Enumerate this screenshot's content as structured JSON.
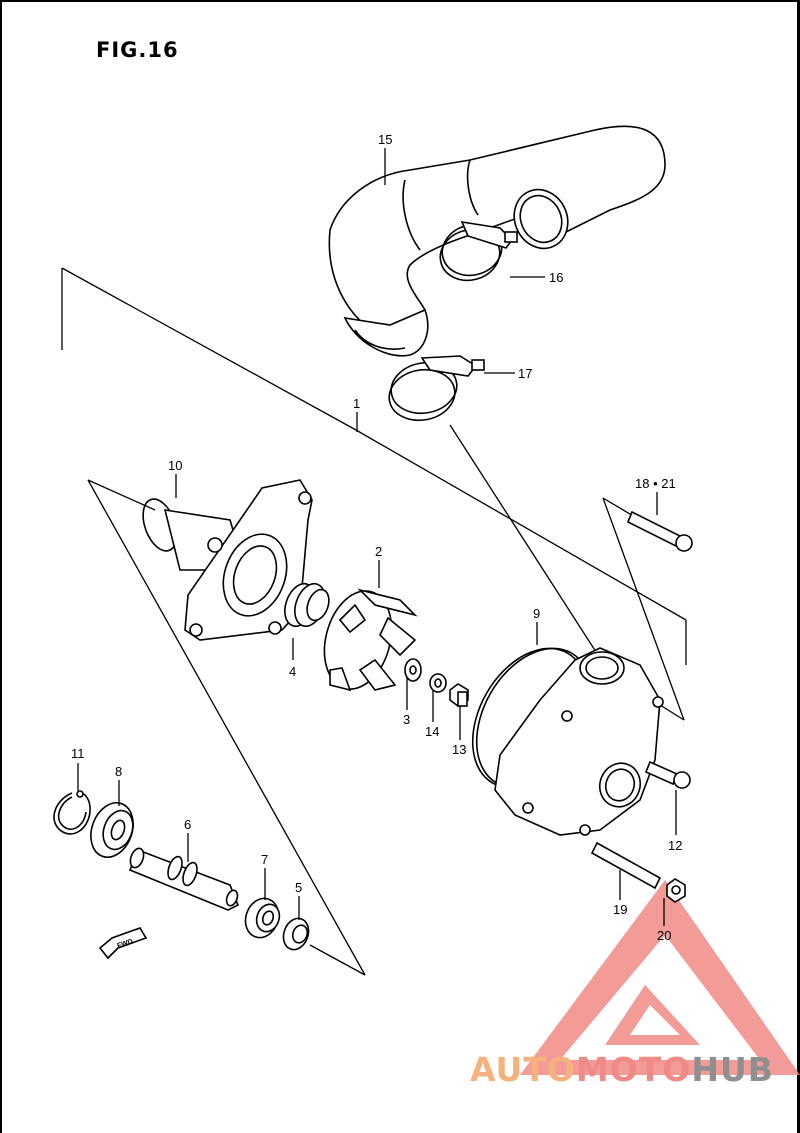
{
  "figure": {
    "title": "FIG.16"
  },
  "callouts": [
    {
      "id": "c15",
      "text": "15"
    },
    {
      "id": "c16",
      "text": "16"
    },
    {
      "id": "c17",
      "text": "17"
    },
    {
      "id": "c1",
      "text": "1"
    },
    {
      "id": "c10",
      "text": "10"
    },
    {
      "id": "c18_21",
      "text": "18 • 21"
    },
    {
      "id": "c2",
      "text": "2"
    },
    {
      "id": "c9",
      "text": "9"
    },
    {
      "id": "c4",
      "text": "4"
    },
    {
      "id": "c3",
      "text": "3"
    },
    {
      "id": "c14",
      "text": "14"
    },
    {
      "id": "c13",
      "text": "13"
    },
    {
      "id": "c11",
      "text": "11"
    },
    {
      "id": "c8",
      "text": "8"
    },
    {
      "id": "c6",
      "text": "6"
    },
    {
      "id": "c12",
      "text": "12"
    },
    {
      "id": "c7",
      "text": "7"
    },
    {
      "id": "c5",
      "text": "5"
    },
    {
      "id": "c19",
      "text": "19"
    },
    {
      "id": "c20",
      "text": "20"
    }
  ],
  "fwd_marker": {
    "text": "FWD"
  },
  "watermark": {
    "part1": "AUTO",
    "part2": "MOTO",
    "part3": "HUB",
    "colors": {
      "triangle": "#f08a86",
      "part1": "#f6b27e",
      "part2": "#f08a86",
      "part3": "#8f8f8f"
    }
  }
}
